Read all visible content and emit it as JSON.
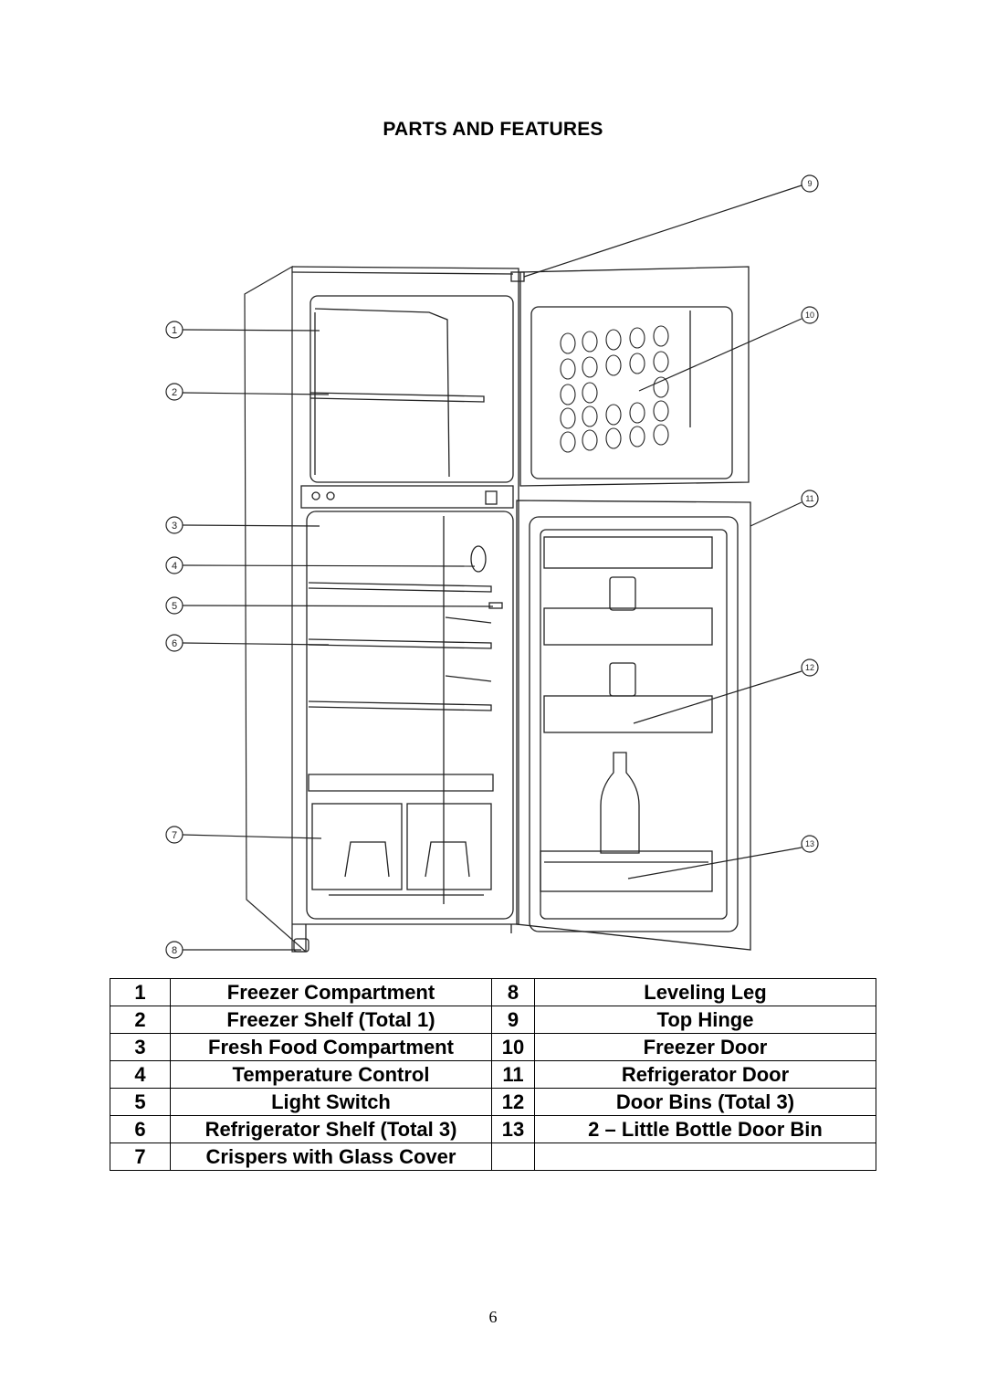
{
  "title": "PARTS AND FEATURES",
  "diagram": {
    "callouts": [
      "1",
      "2",
      "3",
      "4",
      "5",
      "6",
      "7",
      "8",
      "9",
      "10",
      "11",
      "12",
      "13"
    ]
  },
  "parts": {
    "rows": [
      {
        "num_left": "1",
        "name_left": "Freezer Compartment",
        "num_right": "8",
        "name_right": "Leveling Leg"
      },
      {
        "num_left": "2",
        "name_left": "Freezer Shelf (Total 1)",
        "num_right": "9",
        "name_right": "Top Hinge"
      },
      {
        "num_left": "3",
        "name_left": "Fresh Food Compartment",
        "num_right": "10",
        "name_right": "Freezer Door"
      },
      {
        "num_left": "4",
        "name_left": "Temperature Control",
        "num_right": "11",
        "name_right": "Refrigerator Door"
      },
      {
        "num_left": "5",
        "name_left": "Light Switch",
        "num_right": "12",
        "name_right": "Door Bins (Total 3)"
      },
      {
        "num_left": "6",
        "name_left": "Refrigerator Shelf (Total 3)",
        "num_right": "13",
        "name_right": "2 – Little Bottle Door Bin"
      },
      {
        "num_left": "7",
        "name_left": "Crispers with Glass Cover",
        "num_right": "",
        "name_right": ""
      }
    ]
  },
  "page_number": "6"
}
